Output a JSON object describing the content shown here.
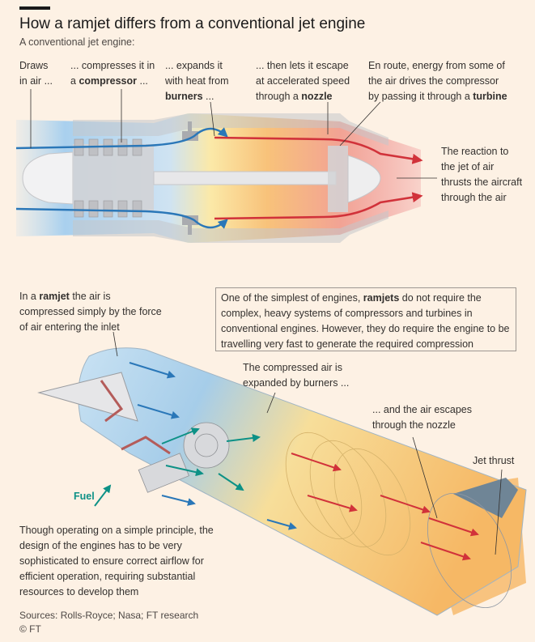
{
  "title": "How a ramjet differs from a conventional jet engine",
  "subtitle": "A conventional jet engine:",
  "jet_labels": {
    "draws": [
      "Draws",
      "in air ..."
    ],
    "compress": [
      "... compresses it in",
      "a ",
      "compressor",
      " ..."
    ],
    "expand": [
      "... expands it",
      "with heat from",
      "burners",
      " ..."
    ],
    "escape": [
      "... then lets it escape",
      "at accelerated speed",
      "through a ",
      "nozzle"
    ],
    "enroute": [
      "En route, energy from some of",
      "the air drives the compressor",
      "by passing it through a ",
      "turbine"
    ],
    "reaction": [
      "The reaction to",
      "the jet of air",
      "thrusts the aircraft",
      "through the air"
    ]
  },
  "ramjet_labels": {
    "intro": [
      "In a ",
      "ramjet",
      " the air is",
      "compressed simply by the force",
      "of air entering the inlet"
    ],
    "box": [
      "One of the simplest of engines, ",
      "ramjets",
      " do not require the",
      "complex, heavy systems of compressors and turbines in",
      "conventional engines. However, they do require the engine to be",
      "travelling very fast to generate the required compression"
    ],
    "compressed": [
      "The compressed air is",
      "expanded by burners ..."
    ],
    "escapes": [
      "... and the air escapes",
      "through the nozzle"
    ],
    "thrust": "Jet thrust",
    "fuel": "Fuel",
    "bottom": [
      "Though operating on a simple principle, the",
      "design of the engines has to be very",
      "sophisticated to ensure correct airflow for",
      "efficient operation, requiring substantial",
      "resources to develop them"
    ]
  },
  "footer": {
    "sources": "Sources: Rolls-Royce; Nasa; FT research",
    "copyright": "© FT"
  },
  "colors": {
    "background": "#fdf1e4",
    "cold_air": "#2a77b8",
    "hot_air": "#d1323a",
    "fuel": "#0d9186",
    "metal": "#c8c6c9"
  }
}
